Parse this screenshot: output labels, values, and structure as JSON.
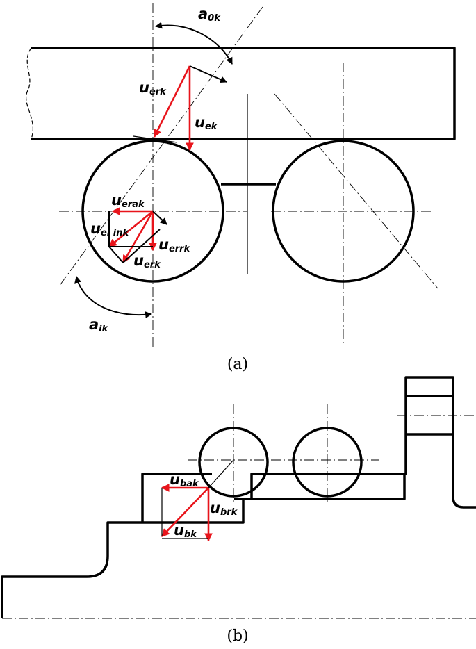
{
  "panel_a": {
    "caption": "(a)",
    "labels": {
      "a0k": {
        "main": "a",
        "sub": "0k"
      },
      "uerk": {
        "main": "u",
        "sub": "erk"
      },
      "uek": {
        "main": "u",
        "sub": "ek"
      },
      "uerak": {
        "main": "u",
        "sub": "erak"
      },
      "ueiink": {
        "main": "u",
        "sub": "ei ink"
      },
      "uerrk": {
        "main": "u",
        "sub": "errk"
      },
      "uerk2": {
        "main": "u",
        "sub": "erk"
      },
      "aik": {
        "main": "a",
        "sub": "ik"
      }
    }
  },
  "panel_b": {
    "caption": "(b)",
    "labels": {
      "ubak": {
        "main": "u",
        "sub": "bak"
      },
      "ubrk": {
        "main": "u",
        "sub": "brk"
      },
      "ubk": {
        "main": "u",
        "sub": "bk"
      }
    }
  },
  "colors": {
    "vector": "#e8141b",
    "line": "#000000",
    "background": "#ffffff"
  }
}
